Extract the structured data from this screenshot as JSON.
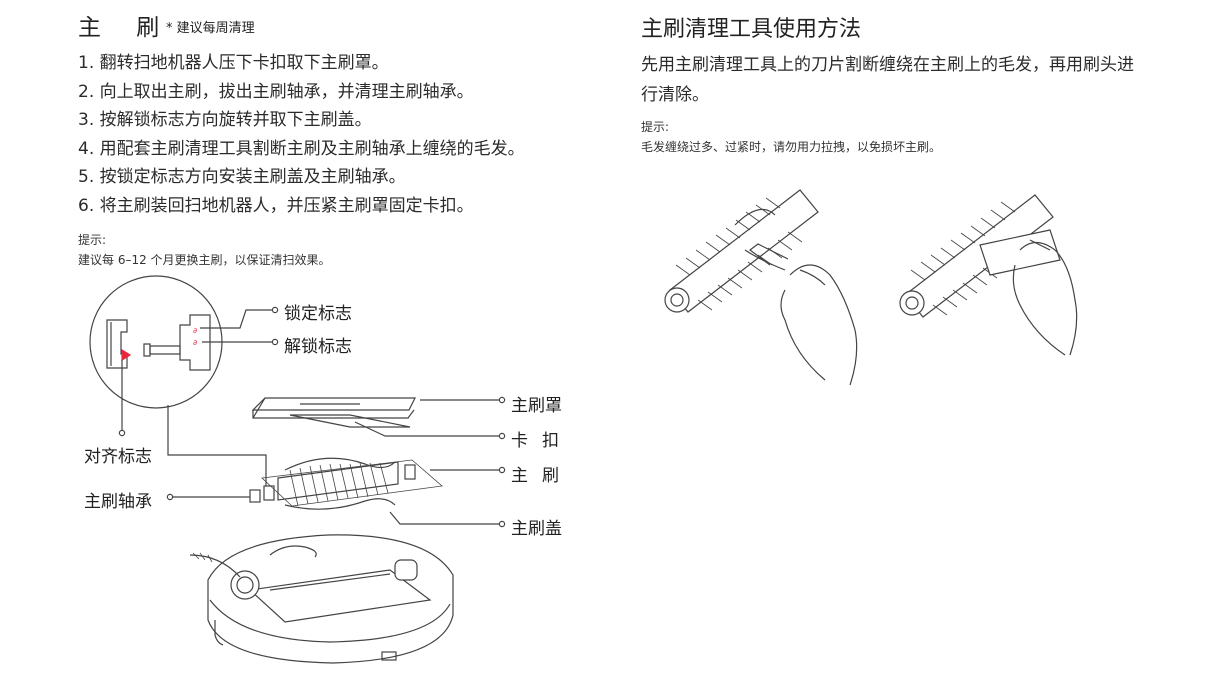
{
  "left": {
    "title": "主 刷",
    "title_note": "* 建议每周清理",
    "steps": [
      "1. 翻转扫地机器人压下卡扣取下主刷罩。",
      "2. 向上取出主刷，拔出主刷轴承，并清理主刷轴承。",
      "3. 按解锁标志方向旋转并取下主刷盖。",
      "4. 用配套主刷清理工具割断主刷及主刷轴承上缠绕的毛发。",
      "5. 按锁定标志方向安装主刷盖及主刷轴承。",
      "6. 将主刷装回扫地机器人，并压紧主刷罩固定卡扣。"
    ],
    "tip_label": "提示:",
    "tip_text": "建议每 6–12 个月更换主刷，以保证清扫效果。"
  },
  "diagram_labels": {
    "lock_mark": "锁定标志",
    "unlock_mark": "解锁标志",
    "align_mark": "对齐标志",
    "brush_cover": "主刷罩",
    "clip": "卡扣",
    "main_brush": "主刷",
    "bearing": "主刷轴承",
    "brush_lid": "主刷盖"
  },
  "right": {
    "title": "主刷清理工具使用方法",
    "paragraph": "先用主刷清理工具上的刀片割断缠绕在主刷上的毛发，再用刷头进行清除。",
    "tip_label": "提示:",
    "tip_text": "毛发缠绕过多、过紧时，请勿用力拉拽，以免损坏主刷。"
  },
  "colors": {
    "text": "#2b2b2b",
    "line": "#444444",
    "accent": "#e8283c"
  }
}
